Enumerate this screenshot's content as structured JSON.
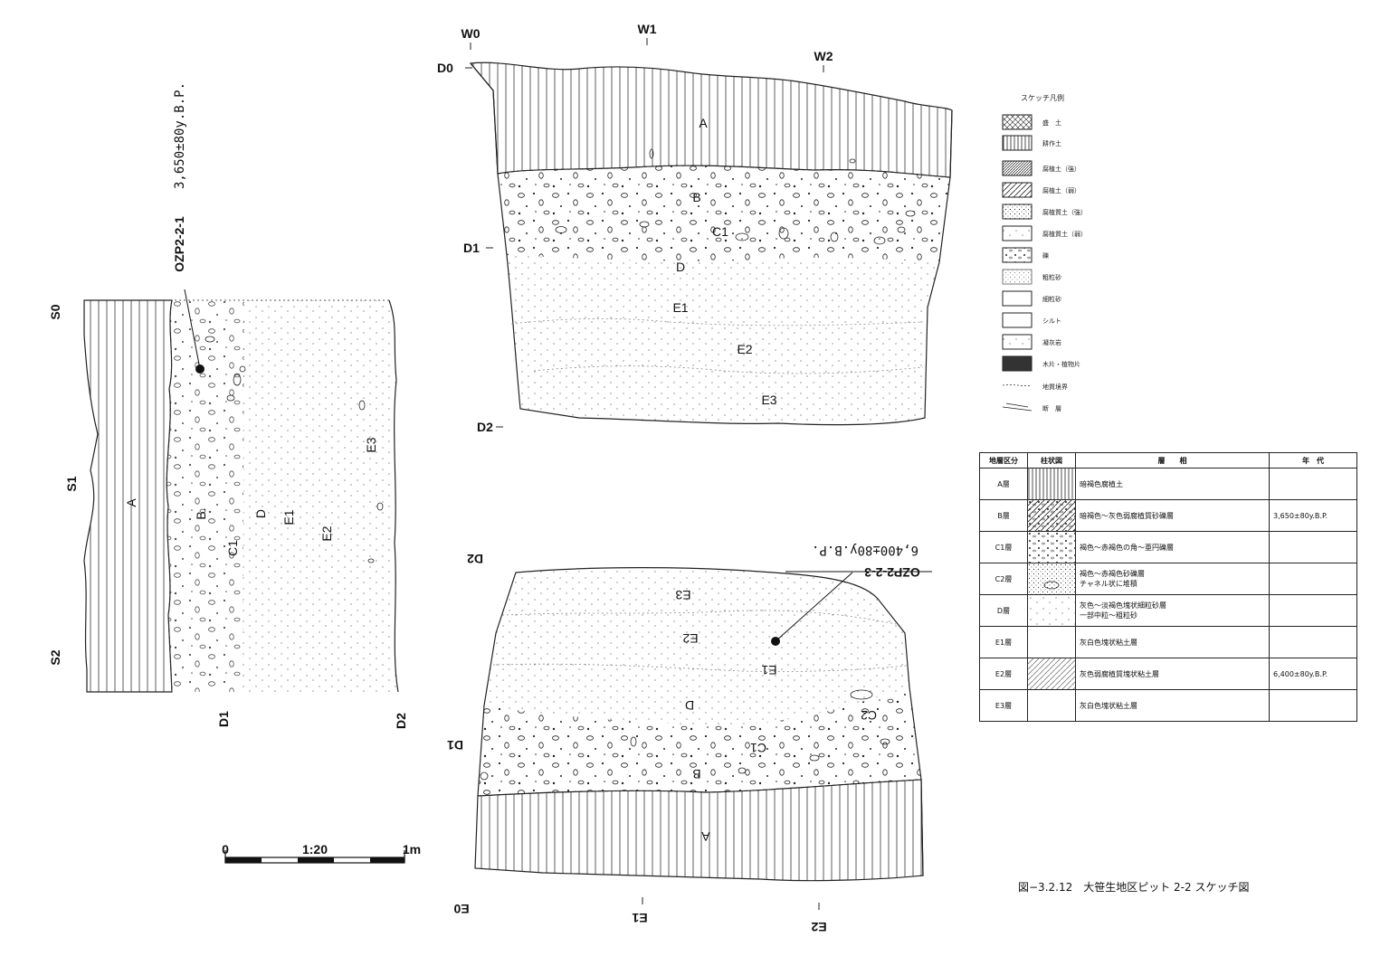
{
  "figure": {
    "caption": "図−3.2.12　大笹生地区ピット 2-2 スケッチ図",
    "scale": {
      "left": "0",
      "mid": "1:20",
      "right": "1m"
    }
  },
  "left_section": {
    "axis_labels": [
      "S0",
      "S1",
      "S2"
    ],
    "depth_labels": [
      "D1",
      "D2"
    ],
    "layers": [
      "A",
      "B.",
      "C1",
      "D",
      "E1",
      "E2",
      "E3"
    ],
    "sample": {
      "id": "OZP2-2-1",
      "date": "3,650±80y.B.P."
    }
  },
  "top_section": {
    "axis_labels": [
      "W0",
      "W1",
      "W2"
    ],
    "depth_labels": [
      "D0",
      "D1",
      "D2"
    ],
    "layers": [
      "A",
      "B",
      "C1",
      "D",
      "E1",
      "E2",
      "E3"
    ]
  },
  "bottom_section": {
    "axis_labels": [
      "E0",
      "E1",
      "E2"
    ],
    "depth_labels": [
      "D1",
      "D2"
    ],
    "layers": [
      "A",
      "B",
      "C1",
      "C2",
      "D",
      "E1",
      "E2",
      "E3"
    ],
    "sample": {
      "id": "OZP2-2-3",
      "date": "6,400±80y.B.P."
    }
  },
  "legend": {
    "title": "スケッチ凡例",
    "items": [
      {
        "name": "盛土",
        "label": "盛　土"
      },
      {
        "name": "cultivated",
        "label": "耕作土"
      },
      {
        "name": "humus-strong",
        "label": "腐植土（強）"
      },
      {
        "name": "humus-weak",
        "label": "腐植土（弱）"
      },
      {
        "name": "humic-strong",
        "label": "腐植質土（強）"
      },
      {
        "name": "humic-weak",
        "label": "腐植質土（弱）"
      },
      {
        "name": "gravel",
        "label": "礫"
      },
      {
        "name": "coarse-sand",
        "label": "粗粒砂"
      },
      {
        "name": "fine-sand",
        "label": "細粒砂"
      },
      {
        "name": "silt",
        "label": "シルト"
      },
      {
        "name": "tuff",
        "label": "凝灰岩"
      },
      {
        "name": "wood",
        "label": "木片・植物片"
      },
      {
        "name": "boundary",
        "label": "地質境界"
      },
      {
        "name": "fault",
        "label": "断　層"
      }
    ]
  },
  "strat_table": {
    "headers": [
      "地層区分",
      "柱状図",
      "層　　相",
      "年　代"
    ],
    "rows": [
      {
        "layer": "A層",
        "facies": "暗褐色腐植土",
        "age": ""
      },
      {
        "layer": "B層",
        "facies": "暗褐色〜灰色弱腐植質砂礫層",
        "age": "3,650±80y.B.P."
      },
      {
        "layer": "C1層",
        "facies": "褐色〜赤褐色の角〜亜円礫層",
        "age": ""
      },
      {
        "layer": "C2層",
        "facies": "褐色〜赤褐色砂礫層\nチャネル状に堆積",
        "age": ""
      },
      {
        "layer": "D層",
        "facies": "灰色〜淡褐色塊状細粒砂層\n一部中粒〜粗粒砂",
        "age": ""
      },
      {
        "layer": "E1層",
        "facies": "灰白色塊状粘土層",
        "age": ""
      },
      {
        "layer": "E2層",
        "facies": "灰色弱腐植質塊状粘土層",
        "age": "6,400±80y.B.P."
      },
      {
        "layer": "E3層",
        "facies": "灰白色塊状粘土層",
        "age": ""
      }
    ]
  }
}
